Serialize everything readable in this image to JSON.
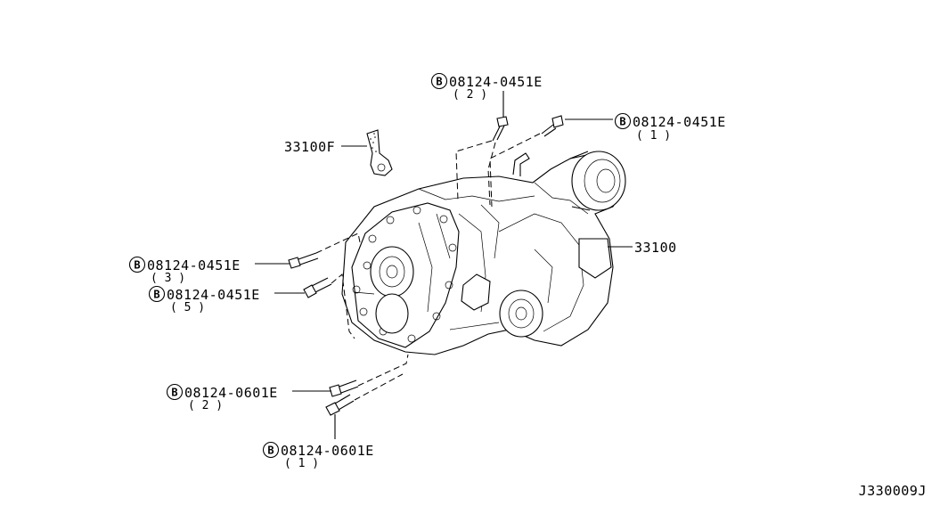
{
  "diagram_id": "J330009J",
  "callout_marker": "B",
  "parts": {
    "main_assembly": {
      "number": "33100"
    },
    "bracket": {
      "number": "33100F"
    }
  },
  "bolts": [
    {
      "number": "08124-0451E",
      "qty": "( 2 )"
    },
    {
      "number": "08124-0451E",
      "qty": "( 1 )"
    },
    {
      "number": "08124-0451E",
      "qty": "( 3 )"
    },
    {
      "number": "08124-0451E",
      "qty": "( 5 )"
    },
    {
      "number": "08124-0601E",
      "qty": "( 2 )"
    },
    {
      "number": "08124-0601E",
      "qty": "( 1 )"
    }
  ]
}
